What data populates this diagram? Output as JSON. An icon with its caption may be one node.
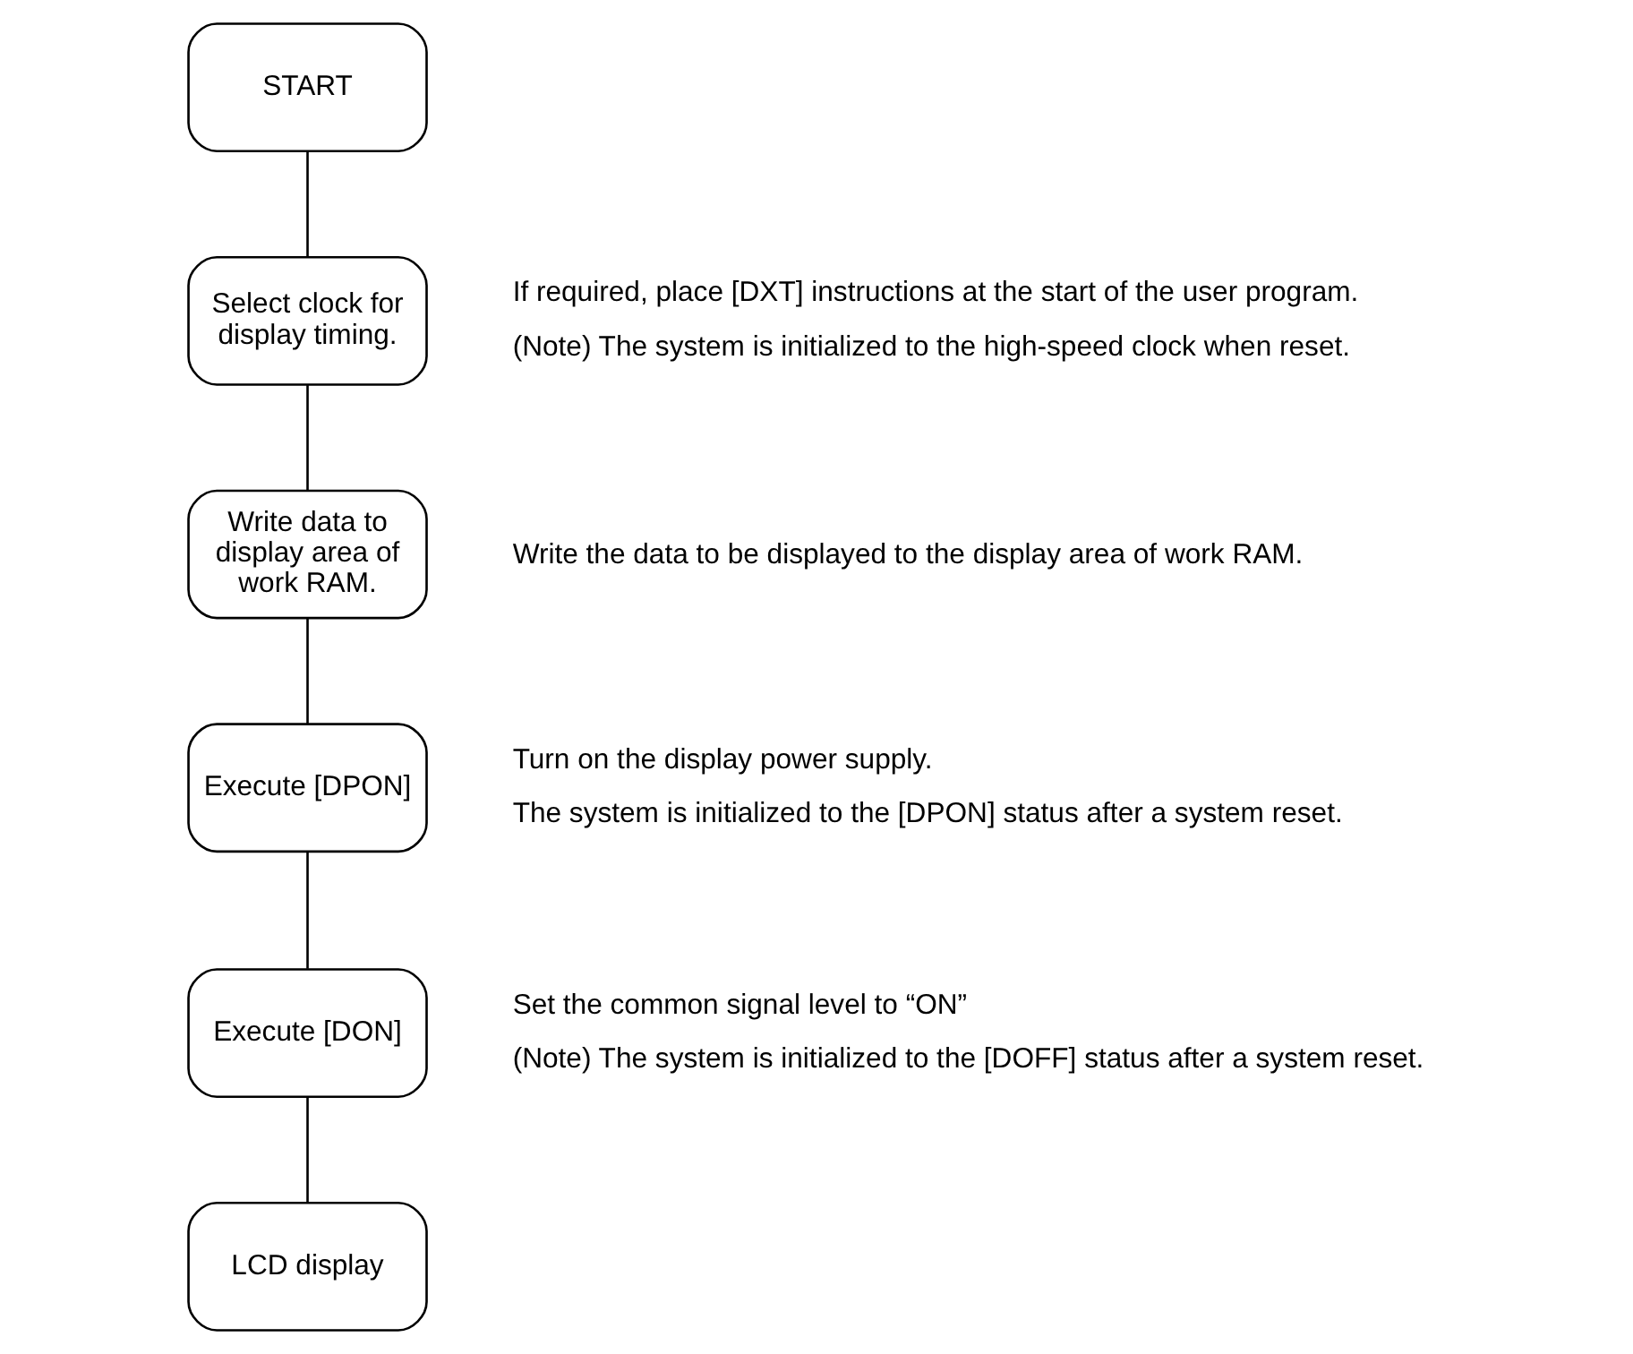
{
  "diagram": {
    "nodes": [
      {
        "text": [
          "START"
        ]
      },
      {
        "text": [
          "Select clock for display timing."
        ],
        "beside": [
          "If required, place [DXT] instructions at the start of the user program.",
          "(Note) The system is initialized to the high-speed clock when reset."
        ]
      },
      {
        "text": [
          "Write data to display area of work RAM."
        ],
        "beside": [
          "Write the data to be displayed to the display area of work RAM."
        ]
      },
      {
        "text": [
          "Execute [DPON]"
        ],
        "beside": [
          "Turn on the display power supply.",
          "The system is initialized to the [DPON] status after a system reset."
        ]
      },
      {
        "text": [
          "Execute [DON]"
        ],
        "beside": [
          "Set the common signal level to “ON”",
          "(Note) The system is initialized to the [DOFF] status after a system reset."
        ]
      },
      {
        "text": [
          "LCD display"
        ]
      }
    ],
    "edges": [
      {
        "from": 0,
        "to": 1,
        "arrow": "none"
      },
      {
        "from": 1,
        "to": 2,
        "arrow": "none"
      },
      {
        "from": 2,
        "to": 3,
        "arrow": "none"
      },
      {
        "from": 3,
        "to": 4,
        "arrow": "none"
      },
      {
        "from": 4,
        "to": 5,
        "arrow": "none"
      }
    ]
  }
}
